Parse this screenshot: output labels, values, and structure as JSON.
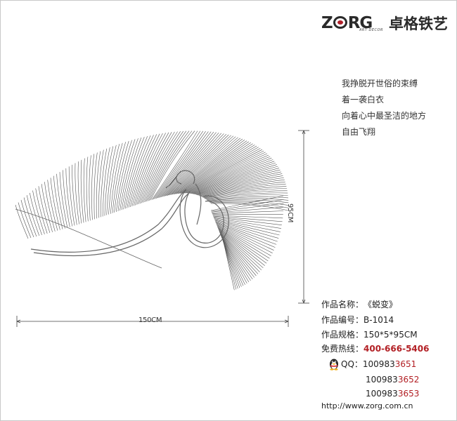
{
  "brand": {
    "wordmark_prefix": "Z",
    "wordmark_suffix": "RG",
    "wordmark_tag": "ART DECOR",
    "chinese_name": "卓格铁艺"
  },
  "poem": [
    "我挣脱开世俗的束缚",
    "着一袭白衣",
    "向着心中最圣洁的地方",
    "自由飞翔"
  ],
  "dimensions": {
    "width_label": "150CM",
    "height_label": "95CM"
  },
  "info": {
    "name_key": "作品名称：",
    "name_value": "《蜕变》",
    "code_key": "作品编号：",
    "code_value": "B-1014",
    "size_key": "作品规格：",
    "size_value": "150*5*95CM",
    "hotline_key": "免费热线：",
    "hotline_value": "400-666-5406",
    "qq_key": "QQ：",
    "qq_numbers": [
      {
        "prefix": "100983",
        "suffix": "3651"
      },
      {
        "prefix": "100983",
        "suffix": "3652"
      },
      {
        "prefix": "100983",
        "suffix": "3653"
      }
    ]
  },
  "website": "http://www.zorg.com.cn",
  "colors": {
    "accent_red": "#b21f24",
    "text": "#222222",
    "line_art": "#555555"
  },
  "icons": {
    "qq": "qq-penguin-icon"
  }
}
